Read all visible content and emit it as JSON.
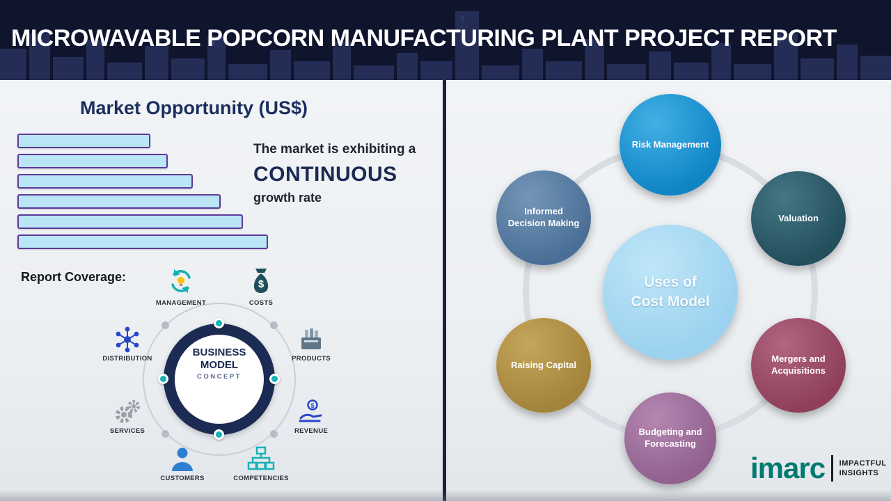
{
  "header": {
    "title": "MICROWAVABLE POPCORN MANUFACTURING PLANT PROJECT REPORT"
  },
  "left": {
    "section_title": "Market Opportunity (US$)",
    "growth_text": {
      "line1": "The market is exhibiting a",
      "line2": "CONTINUOUS",
      "line3": "growth rate"
    },
    "report_coverage_label": "Report Coverage:",
    "business_model": {
      "center_line1": "BUSINESS",
      "center_line2": "MODEL",
      "center_line3": "CONCEPT",
      "items": [
        {
          "label": "MANAGEMENT",
          "icon": "recycle-bulb-icon"
        },
        {
          "label": "COSTS",
          "icon": "money-bag-icon"
        },
        {
          "label": "DISTRIBUTION",
          "icon": "network-icon"
        },
        {
          "label": "PRODUCTS",
          "icon": "crate-icon"
        },
        {
          "label": "SERVICES",
          "icon": "gears-icon"
        },
        {
          "label": "REVENUE",
          "icon": "hand-coin-icon"
        },
        {
          "label": "CUSTOMERS",
          "icon": "person-icon"
        },
        {
          "label": "COMPETENCIES",
          "icon": "org-chart-icon"
        }
      ]
    }
  },
  "chart_data": {
    "type": "bar",
    "orientation": "horizontal",
    "title": "Market Opportunity (US$)",
    "categories": [
      "bar1",
      "bar2",
      "bar3",
      "bar4",
      "bar5",
      "bar6"
    ],
    "values": [
      53,
      60,
      70,
      81,
      90,
      100
    ],
    "value_unit": "relative (unlabeled axis, increasing growth)",
    "bar_fill": "#b9e5f7",
    "bar_border": "#5d3a9b",
    "xlabel": "",
    "ylabel": "",
    "annotation": "The market is exhibiting a CONTINUOUS growth rate"
  },
  "right": {
    "center_line1": "Uses of",
    "center_line2": "Cost Model",
    "nodes": [
      {
        "label": "Risk Management",
        "color": "#0f85c6",
        "color_light": "#43b0e4"
      },
      {
        "label": "Valuation",
        "color": "#234f5c",
        "color_light": "#447685"
      },
      {
        "label": "Informed Decision Making",
        "color": "#4a6f96",
        "color_light": "#7495b8"
      },
      {
        "label": "Mergers and Acquisitions",
        "color": "#8f3f59",
        "color_light": "#b06580"
      },
      {
        "label": "Raising Capital",
        "color": "#a3843a",
        "color_light": "#c5a65b"
      },
      {
        "label": "Budgeting and Forecasting",
        "color": "#92618f",
        "color_light": "#b487b1"
      }
    ]
  },
  "footer": {
    "brand": "imarc",
    "tagline_line1": "IMPACTFUL",
    "tagline_line2": "INSIGHTS"
  }
}
